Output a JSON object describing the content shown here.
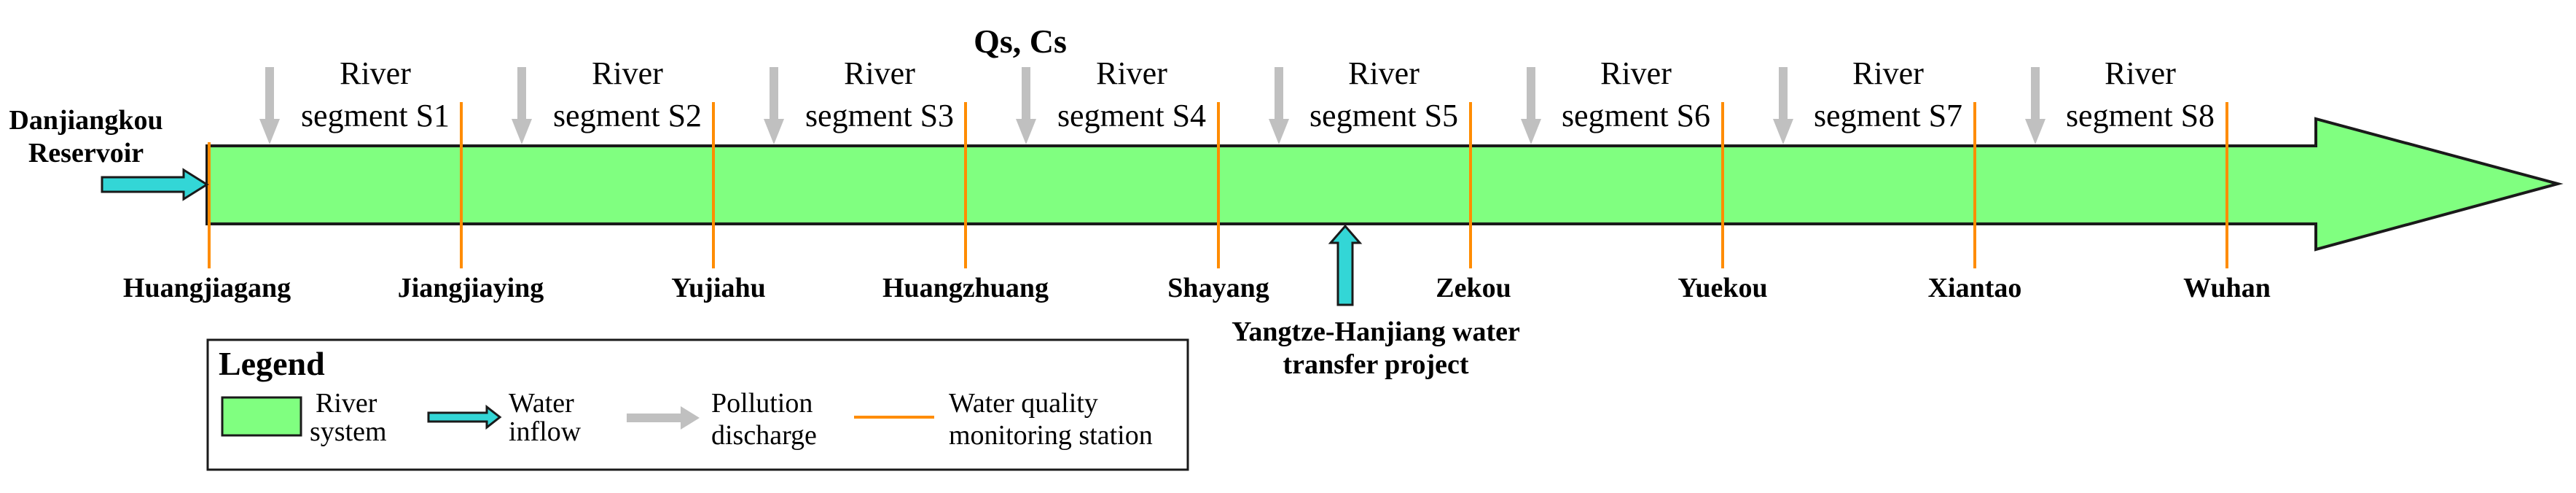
{
  "title": "Qs, Cs",
  "colors": {
    "river": "#80ff80",
    "river_stroke": "#1a1a1a",
    "inflow": "#33d6d6",
    "pollution": "#c0c0c0",
    "station": "#ff8c00",
    "text": "#000000"
  },
  "source": {
    "line1": "Danjiangkou",
    "line2": "Reservoir"
  },
  "segments": [
    {
      "line1": "River",
      "line2": "segment S1"
    },
    {
      "line1": "River",
      "line2": "segment S2"
    },
    {
      "line1": "River",
      "line2": "segment S3"
    },
    {
      "line1": "River",
      "line2": "segment S4"
    },
    {
      "line1": "River",
      "line2": "segment S5"
    },
    {
      "line1": "River",
      "line2": "segment S6"
    },
    {
      "line1": "River",
      "line2": "segment S7"
    },
    {
      "line1": "River",
      "line2": "segment S8"
    }
  ],
  "stations": [
    "Huangjiagang",
    "Jiangjiaying",
    "Yujiahu",
    "Huangzhuang",
    "Shayang",
    "Zekou",
    "Yuekou",
    "Xiantao",
    "Wuhan"
  ],
  "transfer": {
    "line1": "Yangtze-Hanjiang water",
    "line2": "transfer project"
  },
  "legend": {
    "title": "Legend",
    "river_line1": "River",
    "river_line2": "system",
    "inflow_line1": "Water",
    "inflow_line2": "inflow",
    "pollution_line1": "Pollution",
    "pollution_line2": "discharge",
    "station_line1": "Water quality",
    "station_line2": "monitoring station"
  }
}
